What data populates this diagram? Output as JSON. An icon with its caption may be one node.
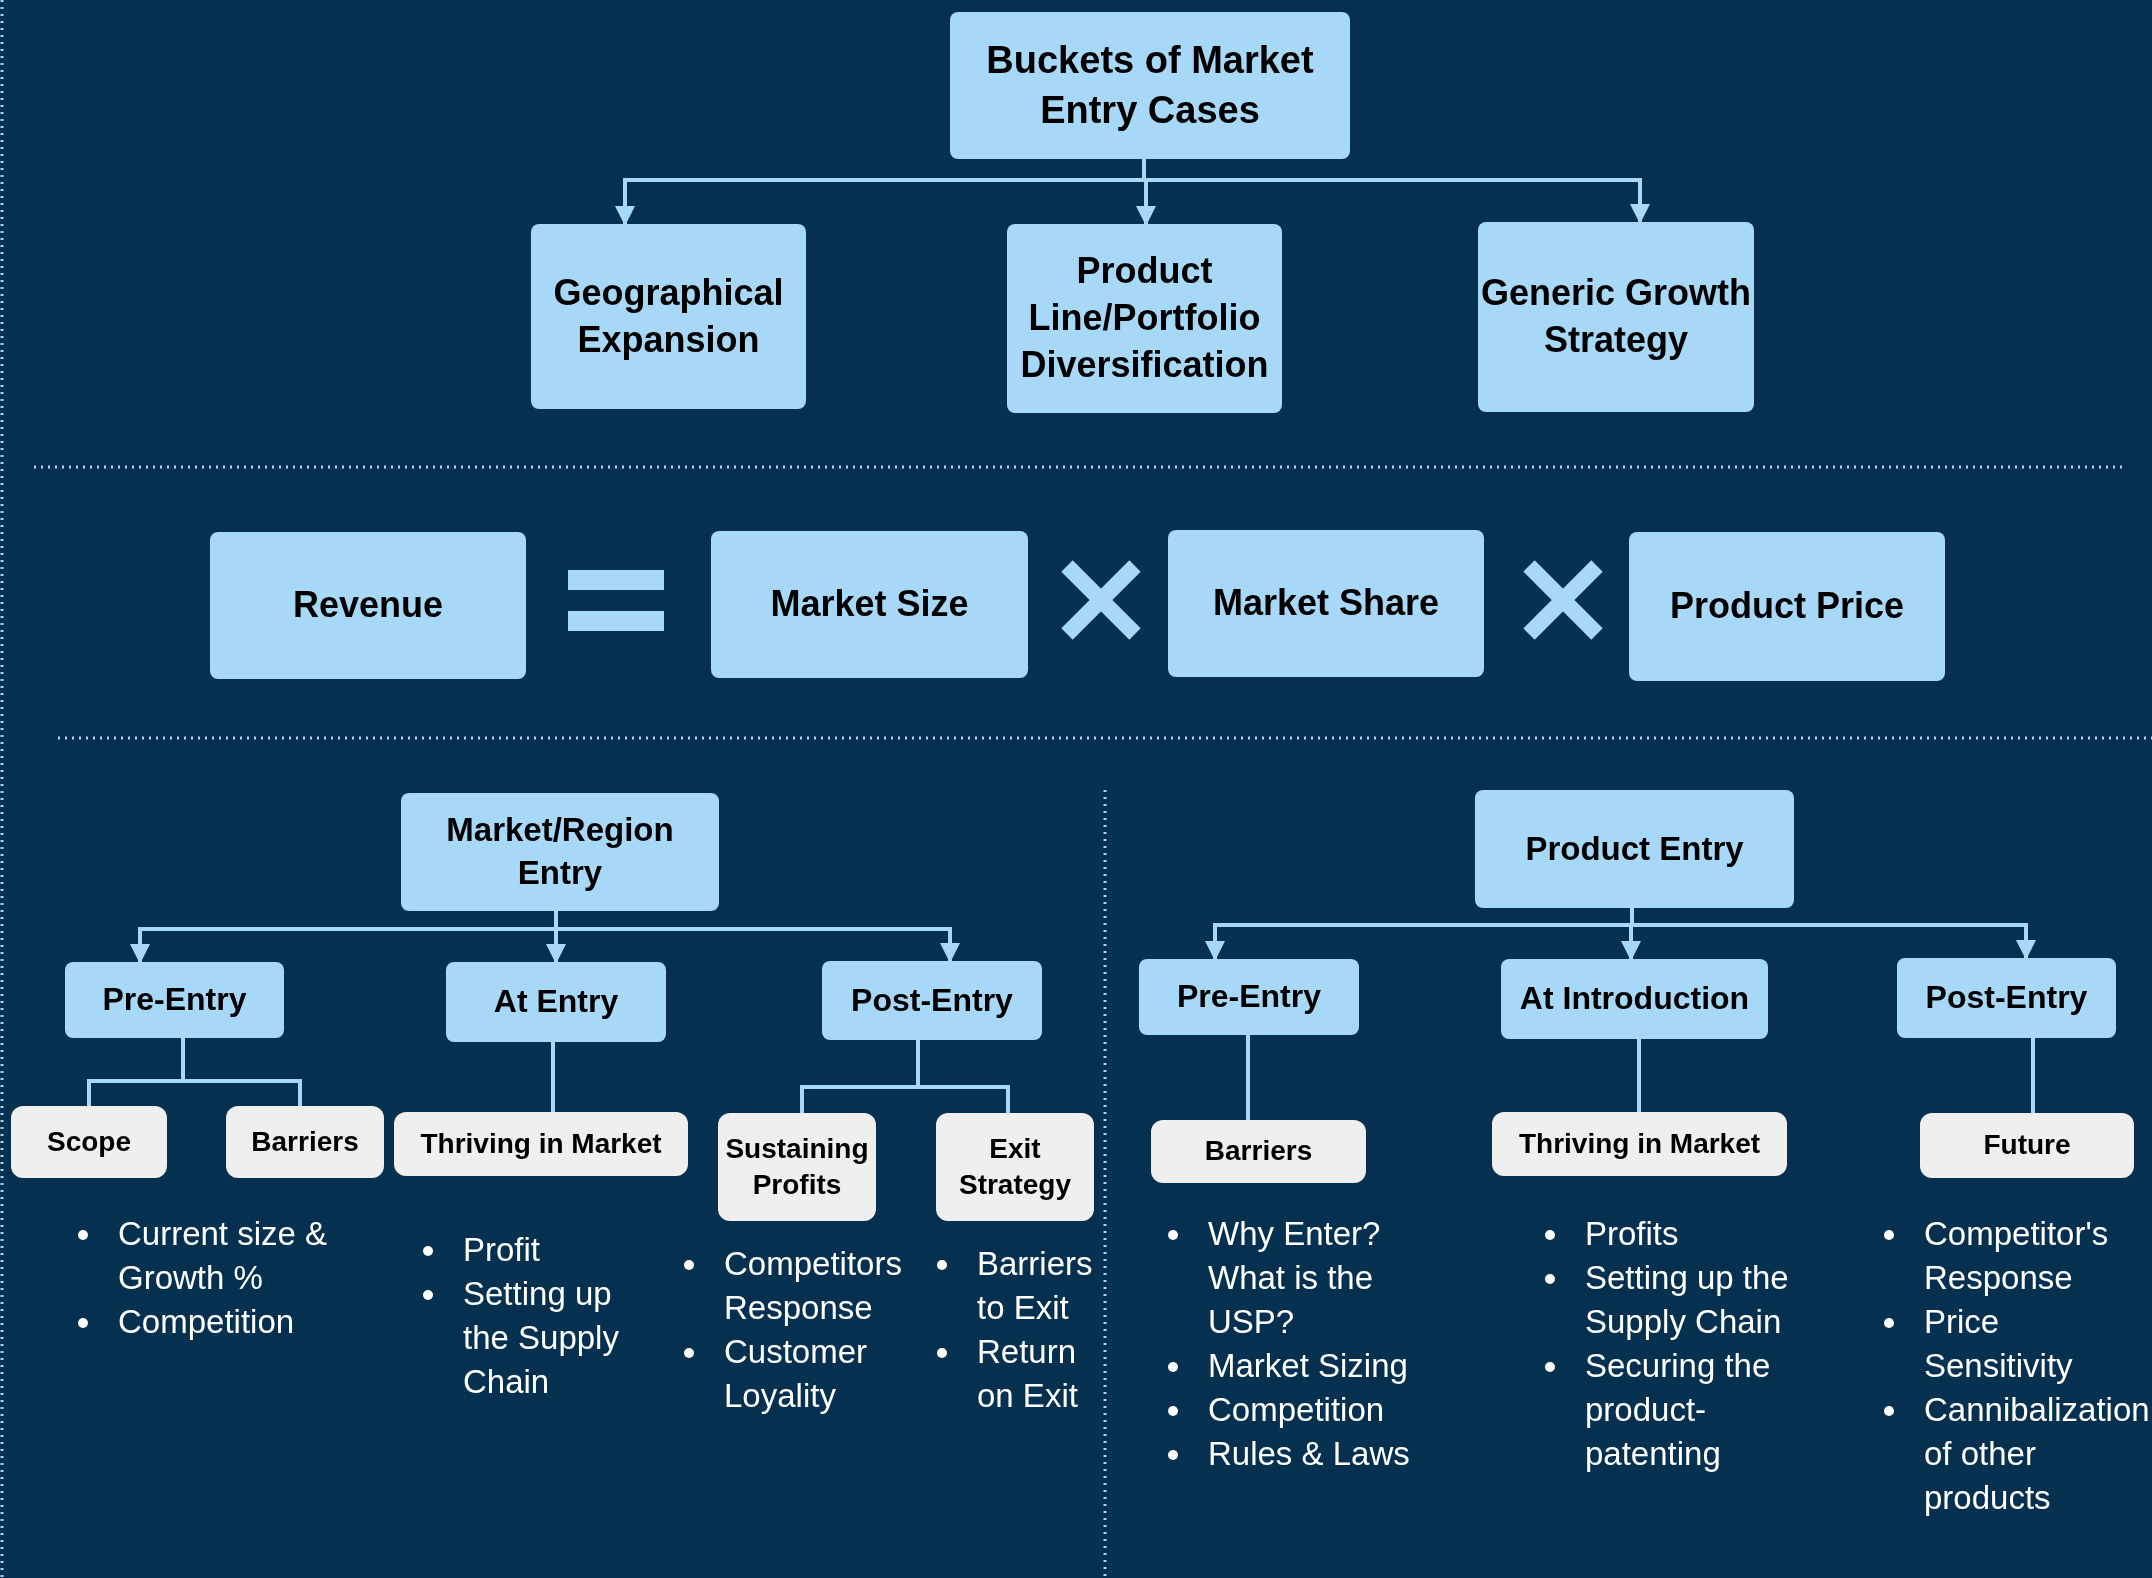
{
  "diagram": {
    "nodes": [
      {
        "text": [
          "Buckets of Market Entry Cases"
        ]
      },
      {
        "text": [
          "Geographical Expansion"
        ]
      },
      {
        "text": [
          "Product Line/Portfolio Diversification"
        ]
      },
      {
        "text": [
          "Generic Growth Strategy"
        ]
      },
      {
        "text": [
          "Revenue"
        ]
      },
      {
        "text": [
          "Market Size"
        ]
      },
      {
        "text": [
          "Market Share"
        ]
      },
      {
        "text": [
          "Product Price"
        ]
      },
      {
        "text": [
          "Market/Region Entry"
        ]
      },
      {
        "text": [
          "Pre-Entry"
        ]
      },
      {
        "text": [
          "At Entry"
        ]
      },
      {
        "text": [
          "Post-Entry"
        ]
      },
      {
        "text": [
          "Scope"
        ]
      },
      {
        "text": [
          "Barriers"
        ]
      },
      {
        "text": [
          "Thriving in Market"
        ]
      },
      {
        "text": [
          "Sustaining Profits"
        ]
      },
      {
        "text": [
          "Exit Strategy"
        ]
      },
      {
        "text": [
          "Product Entry"
        ]
      },
      {
        "text": [
          "Pre-Entry"
        ]
      },
      {
        "text": [
          "At Introduction"
        ]
      },
      {
        "text": [
          "Post-Entry"
        ]
      },
      {
        "text": [
          "Barriers"
        ]
      },
      {
        "text": [
          "Thriving in Market"
        ]
      },
      {
        "text": [
          "Future"
        ]
      }
    ],
    "edges": [
      {
        "from": 0,
        "to": 1,
        "arrow": "to"
      },
      {
        "from": 0,
        "to": 2,
        "arrow": "to"
      },
      {
        "from": 0,
        "to": 3,
        "arrow": "to"
      },
      {
        "from": 8,
        "to": 9,
        "arrow": "to"
      },
      {
        "from": 8,
        "to": 10,
        "arrow": "to"
      },
      {
        "from": 8,
        "to": 11,
        "arrow": "to"
      },
      {
        "from": 9,
        "to": 12,
        "arrow": "none"
      },
      {
        "from": 9,
        "to": 13,
        "arrow": "none"
      },
      {
        "from": 10,
        "to": 14,
        "arrow": "none"
      },
      {
        "from": 11,
        "to": 15,
        "arrow": "none"
      },
      {
        "from": 11,
        "to": 16,
        "arrow": "none"
      },
      {
        "from": 17,
        "to": 18,
        "arrow": "to"
      },
      {
        "from": 17,
        "to": 19,
        "arrow": "to"
      },
      {
        "from": 17,
        "to": 20,
        "arrow": "to"
      },
      {
        "from": 18,
        "to": 21,
        "arrow": "none"
      },
      {
        "from": 19,
        "to": 22,
        "arrow": "none"
      },
      {
        "from": 20,
        "to": 23,
        "arrow": "none"
      }
    ],
    "labels": [
      "Current size & Growth %",
      "Competition",
      "Profit",
      "Setting up the Supply Chain",
      "Competitors Response",
      "Customer Loyality",
      "Barriers to Exit",
      "Return on Exit",
      "Why Enter? What is the USP?",
      "Market Sizing",
      "Competition",
      "Rules & Laws",
      "Profits",
      "Setting up the Supply Chain",
      "Securing the product-patenting",
      "Competitor's Response",
      "Price Sensitivity",
      "Cannibalization of other products"
    ]
  }
}
